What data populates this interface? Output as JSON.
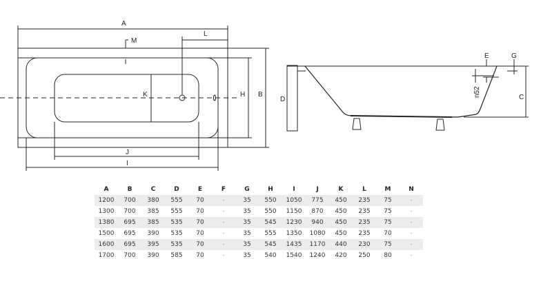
{
  "labels": {
    "A": "A",
    "B": "B",
    "C": "C",
    "D": "D",
    "E": "E",
    "G": "G",
    "H": "H",
    "I": "I",
    "J": "J",
    "K": "K",
    "L": "L",
    "M": "M",
    "n52": "n52"
  },
  "table": {
    "headers": [
      "A",
      "B",
      "C",
      "D",
      "E",
      "F",
      "G",
      "H",
      "I",
      "J",
      "K",
      "L",
      "M",
      "N"
    ],
    "rows": [
      [
        "1200",
        "700",
        "380",
        "555",
        "70",
        "-",
        "35",
        "550",
        "1050",
        "775",
        "450",
        "235",
        "75",
        "-"
      ],
      [
        "1300",
        "700",
        "385",
        "555",
        "70",
        "-",
        "35",
        "550",
        "1150",
        "870",
        "450",
        "235",
        "75",
        "-"
      ],
      [
        "1380",
        "695",
        "385",
        "535",
        "70",
        "-",
        "35",
        "545",
        "1230",
        "940",
        "450",
        "235",
        "75",
        "-"
      ],
      [
        "1500",
        "695",
        "390",
        "535",
        "70",
        "-",
        "35",
        "555",
        "1350",
        "1080",
        "450",
        "235",
        "70",
        "-"
      ],
      [
        "1600",
        "695",
        "395",
        "535",
        "70",
        "-",
        "35",
        "545",
        "1435",
        "1170",
        "440",
        "230",
        "75",
        "-"
      ],
      [
        "1700",
        "700",
        "390",
        "585",
        "70",
        "-",
        "35",
        "540",
        "1540",
        "1240",
        "420",
        "250",
        "80",
        "-"
      ]
    ]
  }
}
